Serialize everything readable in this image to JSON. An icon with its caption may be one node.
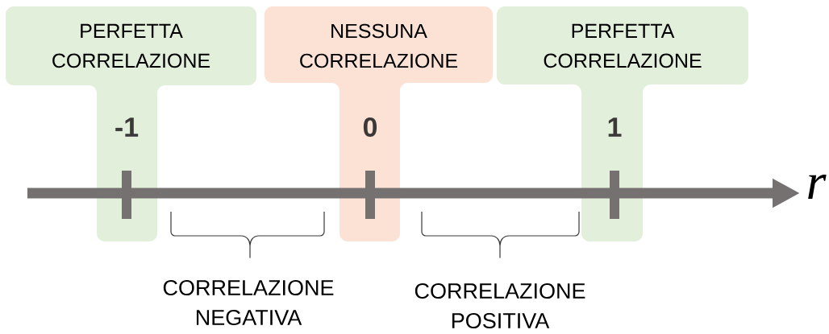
{
  "diagram": {
    "nodes": [
      {
        "text": [
          "PERFETTA CORRELAZIONE",
          "-1"
        ]
      },
      {
        "text": [
          "NESSUNA CORRELAZIONE",
          "0"
        ]
      },
      {
        "text": [
          "PERFETTA CORRELAZIONE",
          "1"
        ]
      }
    ],
    "labels": [
      "CORRELAZIONE NEGATIVA",
      "CORRELAZIONE POSITIVA",
      "r"
    ]
  }
}
